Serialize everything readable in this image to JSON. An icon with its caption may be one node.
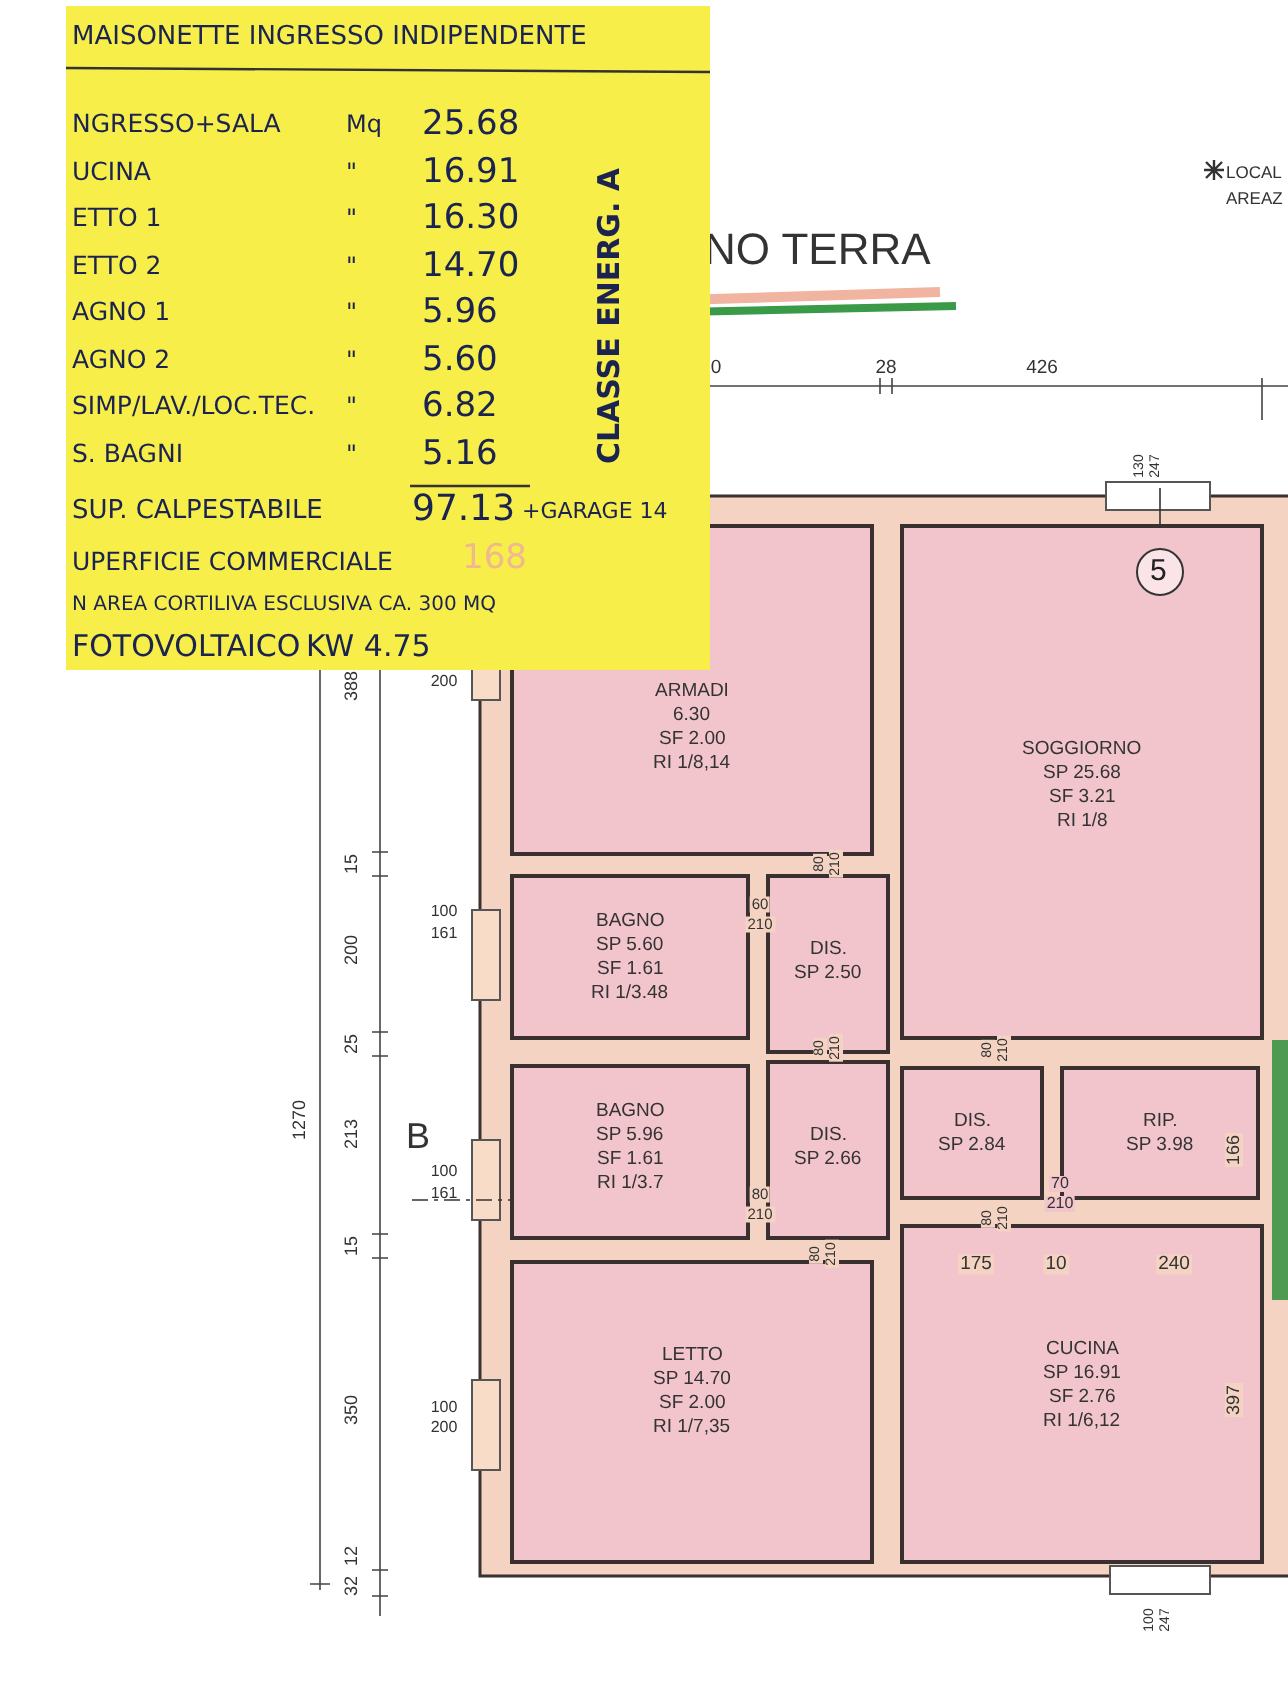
{
  "diagram": {
    "title": "NO TERRA",
    "nodes": [
      {
        "text": [
          "MAISONETTE INGRESSO INDIPENDENTE",
          "NGRESSO+SALA",
          "Mq",
          "25.68",
          "UCINA",
          "\"",
          "16.91",
          "ETTO 1",
          "\"",
          "16.30",
          "ETTO 2",
          "\"",
          "14.70",
          "AGNO 1",
          "\"",
          "5.96",
          "AGNO 2",
          "\"",
          "5.60",
          "SIMP/LAV./LOC.TEC.",
          "\"",
          "6.82",
          "S. BAGNI",
          "\"",
          "5.16",
          "SUP. CALPESTABILE",
          "97.13",
          "+GARAGE 14",
          "UPERFICIE COMMERCIALE",
          "168",
          "N AREA CORTILIVA ESCLUSIVA CA. 300 MQ",
          "FOTOVOLTAICO",
          "KW 4.75",
          "CLASSE ENERG. A"
        ]
      },
      {
        "text": [
          "ARMADI",
          "6.30",
          "SF 2.00",
          "RI 1/8,14"
        ]
      },
      {
        "text": [
          "SOGGIORNO",
          "SP 25.68",
          "SF 3.21",
          "RI 1/8"
        ]
      },
      {
        "text": [
          "5"
        ],
        "in": 2
      },
      {
        "text": [
          "BAGNO",
          "SP 5.60",
          "SF 1.61",
          "RI 1/3.48"
        ]
      },
      {
        "text": [
          "DIS.",
          "SP 2.50"
        ]
      },
      {
        "text": [
          "BAGNO",
          "SP 5.96",
          "SF 1.61",
          "RI 1/3.7"
        ]
      },
      {
        "text": [
          "DIS.",
          "SP 2.66"
        ]
      },
      {
        "text": [
          "DIS.",
          "SP 2.84"
        ]
      },
      {
        "text": [
          "RIP.",
          "SP 3.98"
        ]
      },
      {
        "text": [
          "LETTO",
          "SP 14.70",
          "SF 2.00",
          "RI 1/7,35"
        ]
      },
      {
        "text": [
          "CUCINA",
          "SP 16.91",
          "SF 2.76",
          "RI 1/6,12"
        ]
      },
      {
        "text": [
          "130",
          "247"
        ]
      }
    ],
    "edges": [
      {
        "from": 3,
        "to": 12,
        "arrow": "none"
      }
    ],
    "labels": [
      "LOCAL",
      "AREAZ",
      "0",
      "28",
      "426",
      "388",
      "200",
      "15",
      "80",
      "210",
      "100",
      "161",
      "60",
      "210",
      "200",
      "1270",
      "25",
      "80",
      "210",
      "80",
      "210",
      "213",
      "B",
      "100",
      "161",
      "166",
      "70",
      "210",
      "80",
      "210",
      "80",
      "210",
      "15",
      "80",
      "210",
      "175",
      "10",
      "240",
      "350",
      "397",
      "100",
      "200",
      "12",
      "32",
      "100",
      "247"
    ]
  }
}
